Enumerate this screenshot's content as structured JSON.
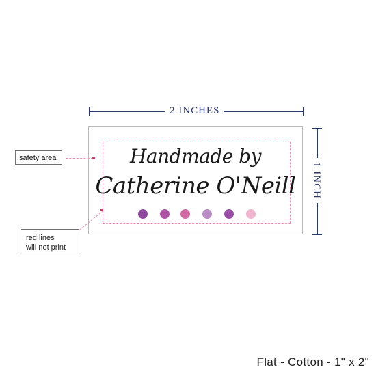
{
  "colors": {
    "dimension_lines": "#2c3a6e",
    "safety_line": "#f08aa8",
    "pin": "#c9365d",
    "dots": [
      "#8e4a9e",
      "#b055a6",
      "#d46aa5",
      "#b88bc4",
      "#9a4ea8",
      "#f0b6cf"
    ]
  },
  "dimensions": {
    "width_label": "2 INCHES",
    "height_label": "1 INCH"
  },
  "label": {
    "line1": "Handmade by",
    "line2": "Catherine O'Neill"
  },
  "callouts": {
    "safety": "safety area",
    "red_lines_1": "red lines",
    "red_lines_2": "will not print"
  },
  "footer": "Flat - Cotton - 1\" x 2\""
}
